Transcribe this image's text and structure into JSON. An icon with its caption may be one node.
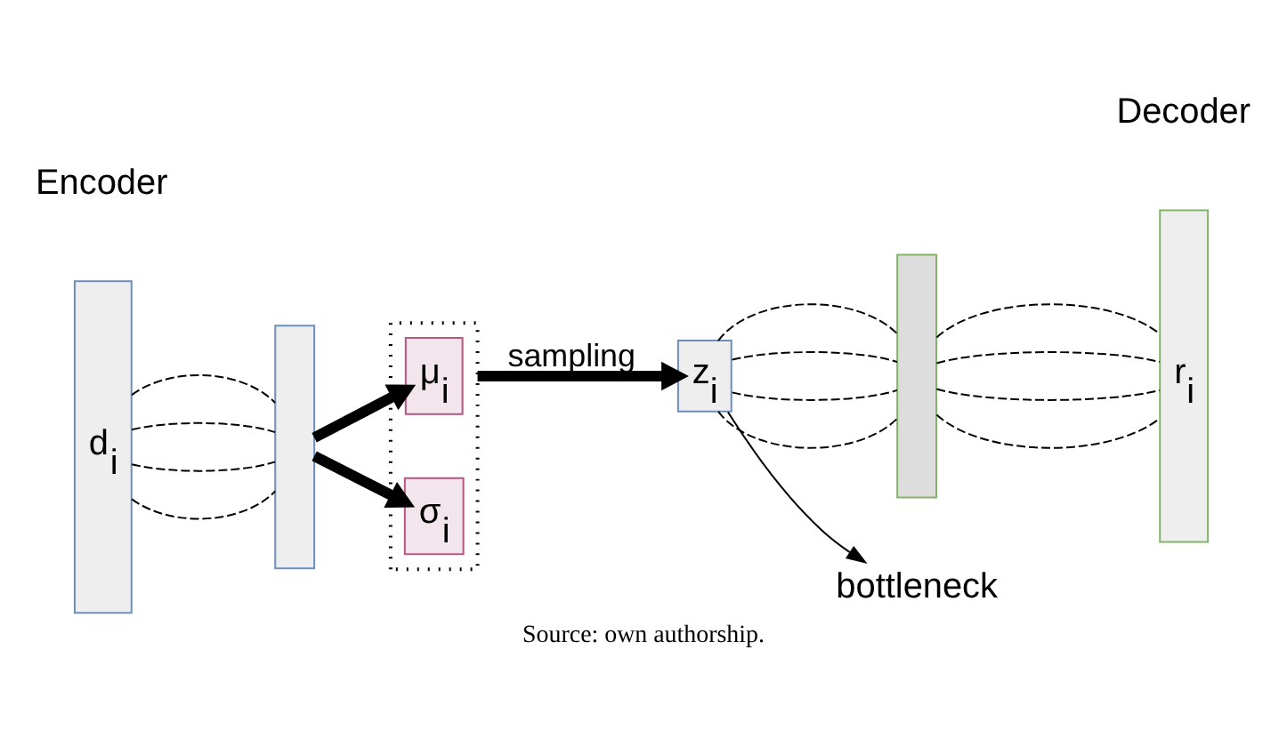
{
  "diagram": {
    "caption": "Source: own authorship.",
    "nodes": [
      {
        "text": [
          "d$_{i}$"
        ]
      },
      {
        "text": [],
        "shape": "box"
      },
      {
        "text": [],
        "shape": "box"
      },
      {
        "text": [
          "μ$_{i}$"
        ],
        "in": 2
      },
      {
        "text": [
          "σ$_{i}$"
        ],
        "in": 2
      },
      {
        "text": [
          "z$_{i}$"
        ]
      },
      {
        "text": [],
        "shape": "box"
      },
      {
        "text": [
          "r$_{i}$"
        ]
      },
      {
        "text": [
          "bottleneck"
        ]
      }
    ],
    "edges": [
      {
        "from": 0,
        "to": 1,
        "arrow": "none",
        "style": "dashed"
      },
      {
        "from": 0,
        "to": 1,
        "arrow": "none",
        "style": "dashed"
      },
      {
        "from": 0,
        "to": 1,
        "arrow": "none",
        "style": "dashed"
      },
      {
        "from": 0,
        "to": 1,
        "arrow": "none",
        "style": "dashed"
      },
      {
        "from": 1,
        "to": 3,
        "arrow": "to",
        "style": "thick"
      },
      {
        "from": 1,
        "to": 4,
        "arrow": "to",
        "style": "thick"
      },
      {
        "from": 2,
        "to": 5,
        "arrow": "to",
        "style": "thick",
        "label": "sampling"
      },
      {
        "from": 5,
        "to": 8,
        "arrow": "to"
      },
      {
        "from": 5,
        "to": 6,
        "arrow": "none",
        "style": "dashed"
      },
      {
        "from": 5,
        "to": 6,
        "arrow": "none",
        "style": "dashed"
      },
      {
        "from": 5,
        "to": 6,
        "arrow": "none",
        "style": "dashed"
      },
      {
        "from": 5,
        "to": 6,
        "arrow": "none",
        "style": "dashed"
      },
      {
        "from": 6,
        "to": 7,
        "arrow": "none",
        "style": "dashed"
      },
      {
        "from": 6,
        "to": 7,
        "arrow": "none",
        "style": "dashed"
      },
      {
        "from": 6,
        "to": 7,
        "arrow": "none",
        "style": "dashed"
      },
      {
        "from": 6,
        "to": 7,
        "arrow": "none",
        "style": "dashed"
      }
    ],
    "labels": [
      "Encoder",
      "Decoder"
    ]
  }
}
